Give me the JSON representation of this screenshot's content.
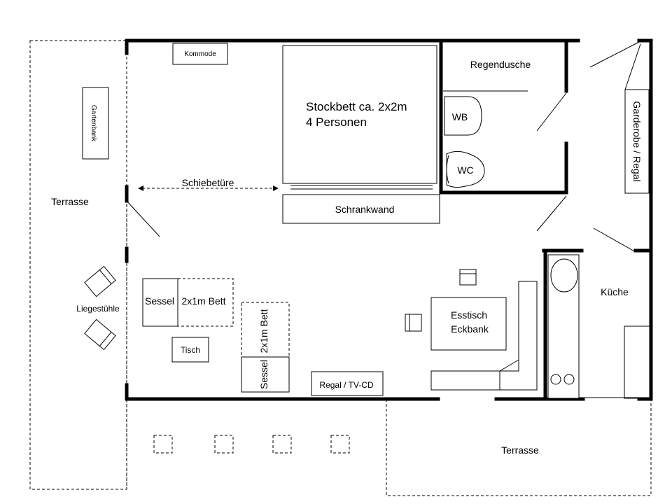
{
  "labels": {
    "kommode": "Kommode",
    "gartenbank": "Gartenbank",
    "terrasse_left": "Terrasse",
    "terrasse_bottom": "Terrasse",
    "liegestuehle": "Liegestühle",
    "stockbett_line1": "Stockbett ca. 2x2m",
    "stockbett_line2": "4 Personen",
    "regendusche": "Regendusche",
    "wb": "WB",
    "wc": "WC",
    "garderobe": "Garderobe / Regal",
    "schiebetuere": "Schiebetüre",
    "schrankwand": "Schrankwand",
    "sessel_1": "Sessel",
    "bett_1": "2x1m Bett",
    "sessel_2": "Sessel",
    "bett_2": "2x1m Bett",
    "tisch": "Tisch",
    "regal_tv": "Regal  / TV-CD",
    "esstisch_line1": "Esstisch",
    "esstisch_line2": "Eckbank",
    "kueche": "Küche"
  }
}
